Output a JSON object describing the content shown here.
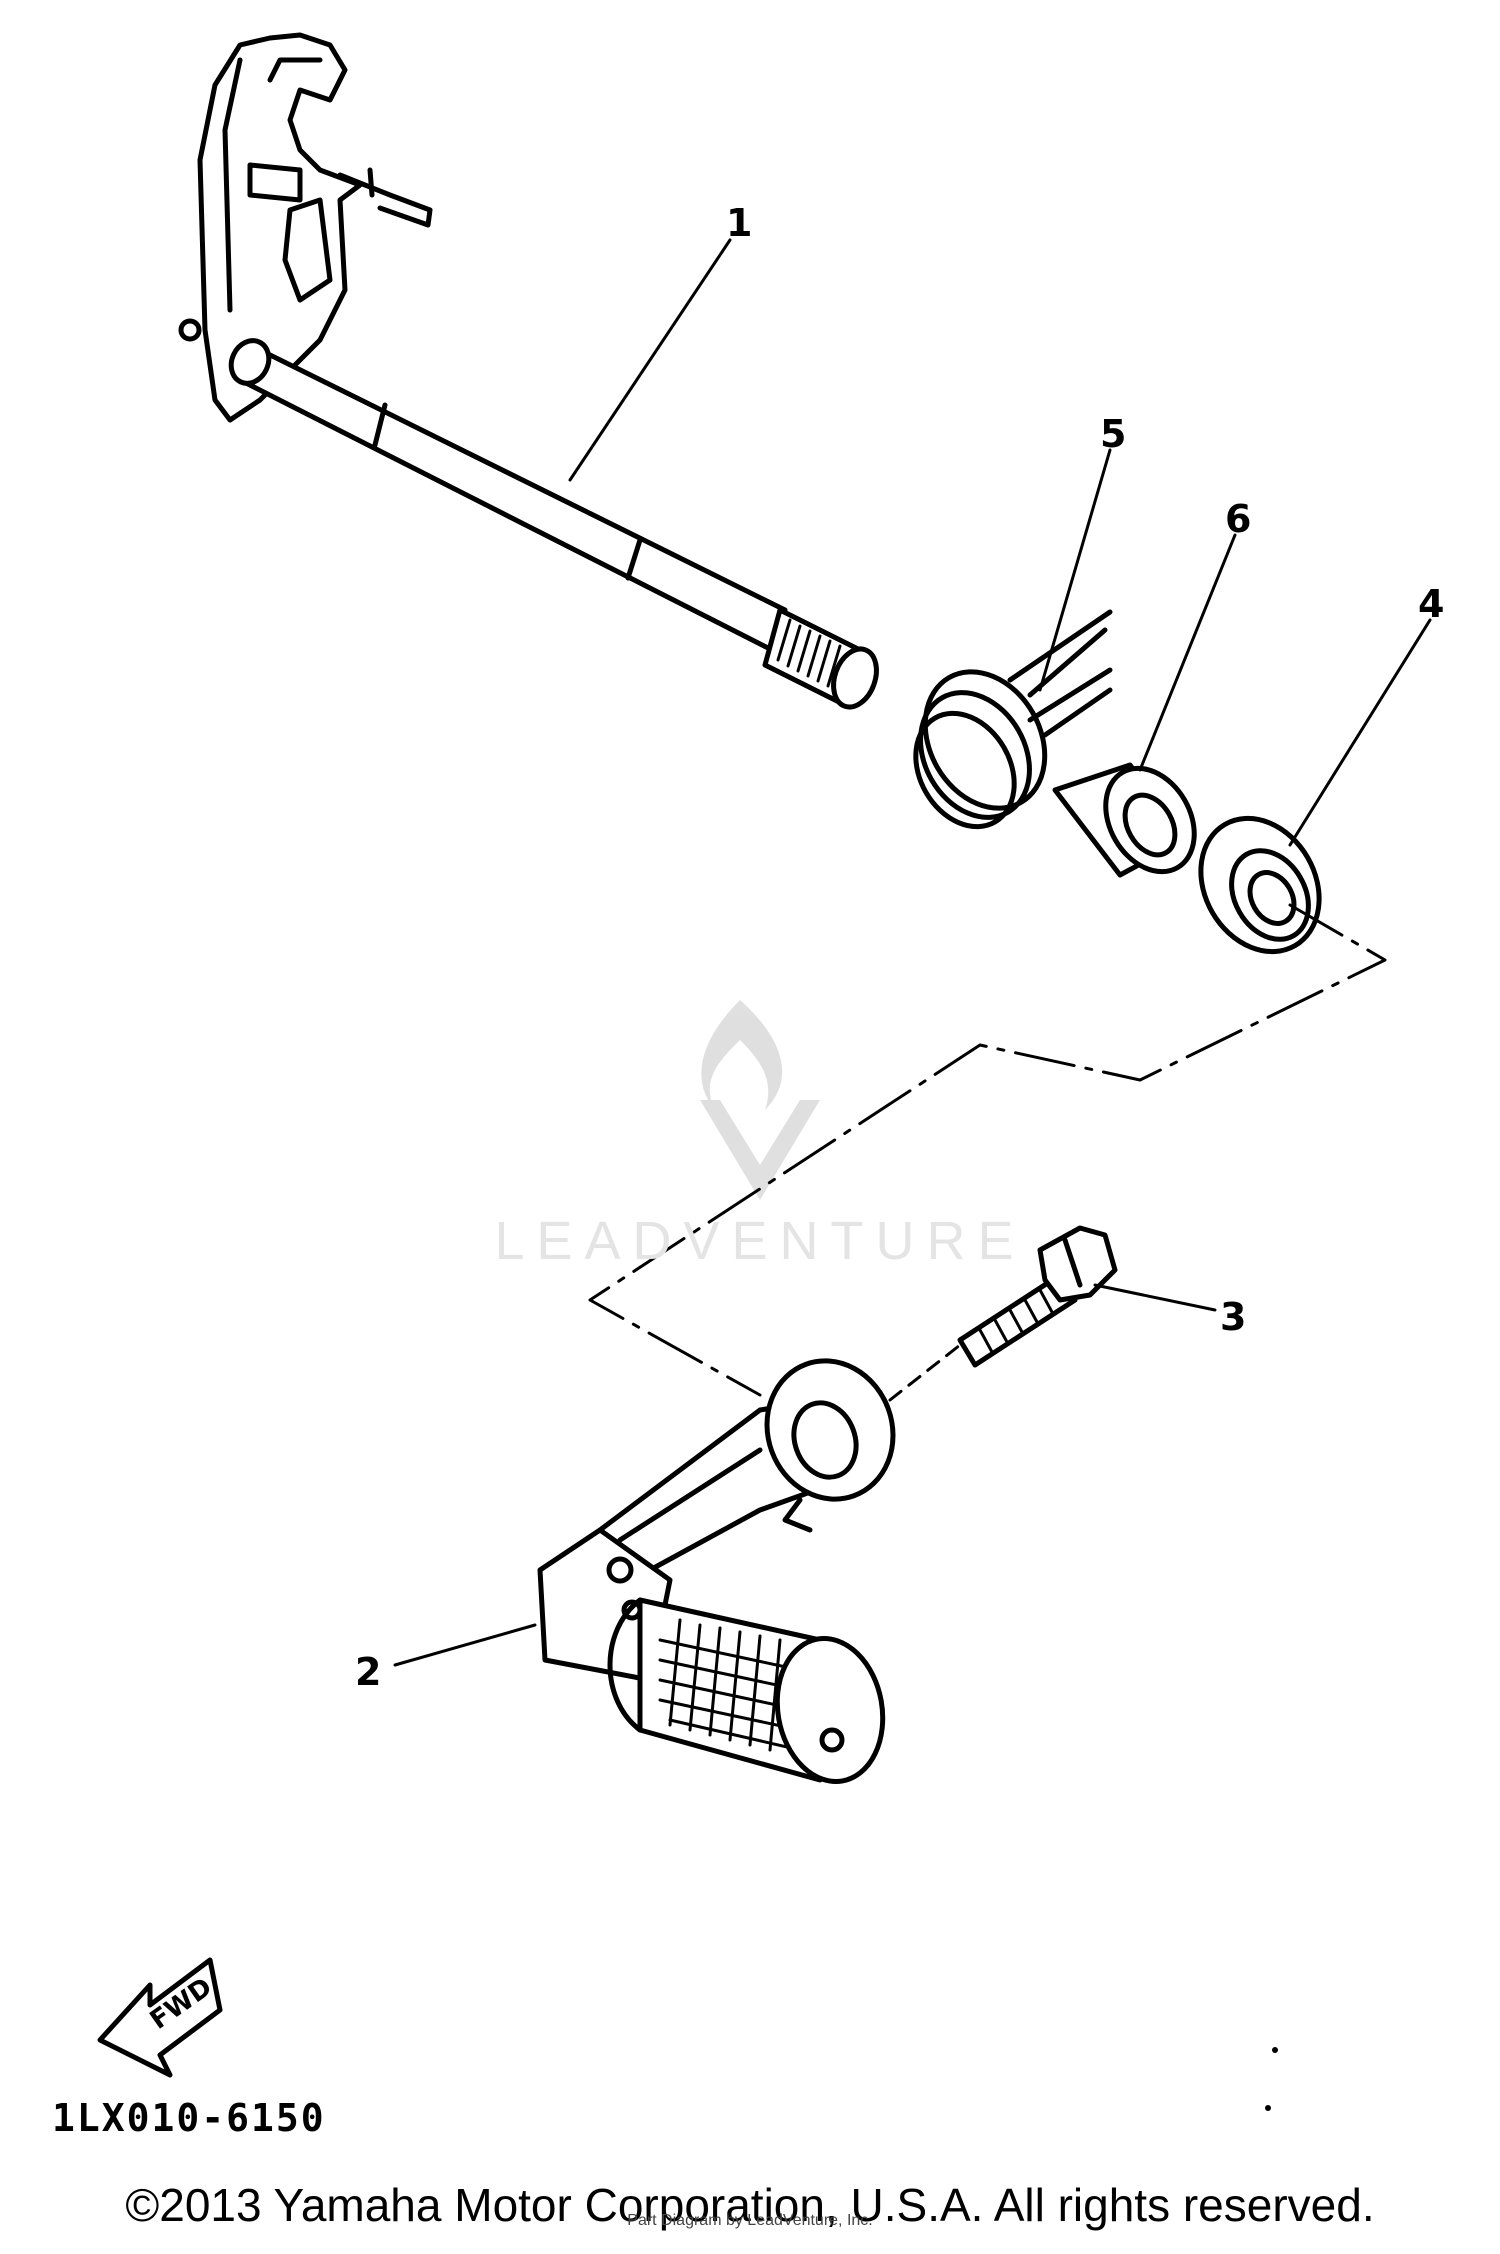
{
  "diagram": {
    "callouts": [
      {
        "id": "1",
        "label": "1"
      },
      {
        "id": "2",
        "label": "2"
      },
      {
        "id": "3",
        "label": "3"
      },
      {
        "id": "4",
        "label": "4"
      },
      {
        "id": "5",
        "label": "5"
      },
      {
        "id": "6",
        "label": "6"
      }
    ],
    "fwd_label": "FWD",
    "drawing_code": "1LX010-6150"
  },
  "watermark": {
    "brand": "LEADVENTURE"
  },
  "footer": {
    "copyright": "©2013 Yamaha Motor Corporation, U.S.A. All rights reserved.",
    "credit": "Part Diagram by LeadVenture, Inc."
  }
}
